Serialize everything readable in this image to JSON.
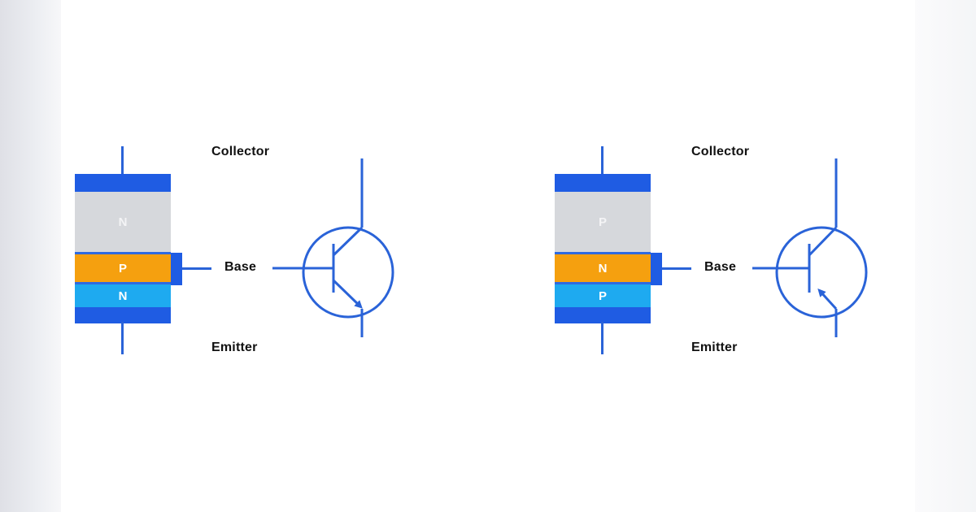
{
  "colors": {
    "wire": "#2a63d8",
    "contact": "#1f5ce3",
    "layer_top": "#d6d8dc",
    "layer_mid": "#f5a00f",
    "layer_bot": "#1eaaf0",
    "label_text": "#111111"
  },
  "diagrams": [
    {
      "type": "NPN",
      "layers": [
        "N",
        "P",
        "N"
      ],
      "labels": {
        "collector": "Collector",
        "base": "Base",
        "emitter": "Emitter"
      },
      "arrow_direction": "outward-on-emitter"
    },
    {
      "type": "PNP",
      "layers": [
        "P",
        "N",
        "P"
      ],
      "labels": {
        "collector": "Collector",
        "base": "Base",
        "emitter": "Emitter"
      },
      "arrow_direction": "inward-on-emitter"
    }
  ]
}
